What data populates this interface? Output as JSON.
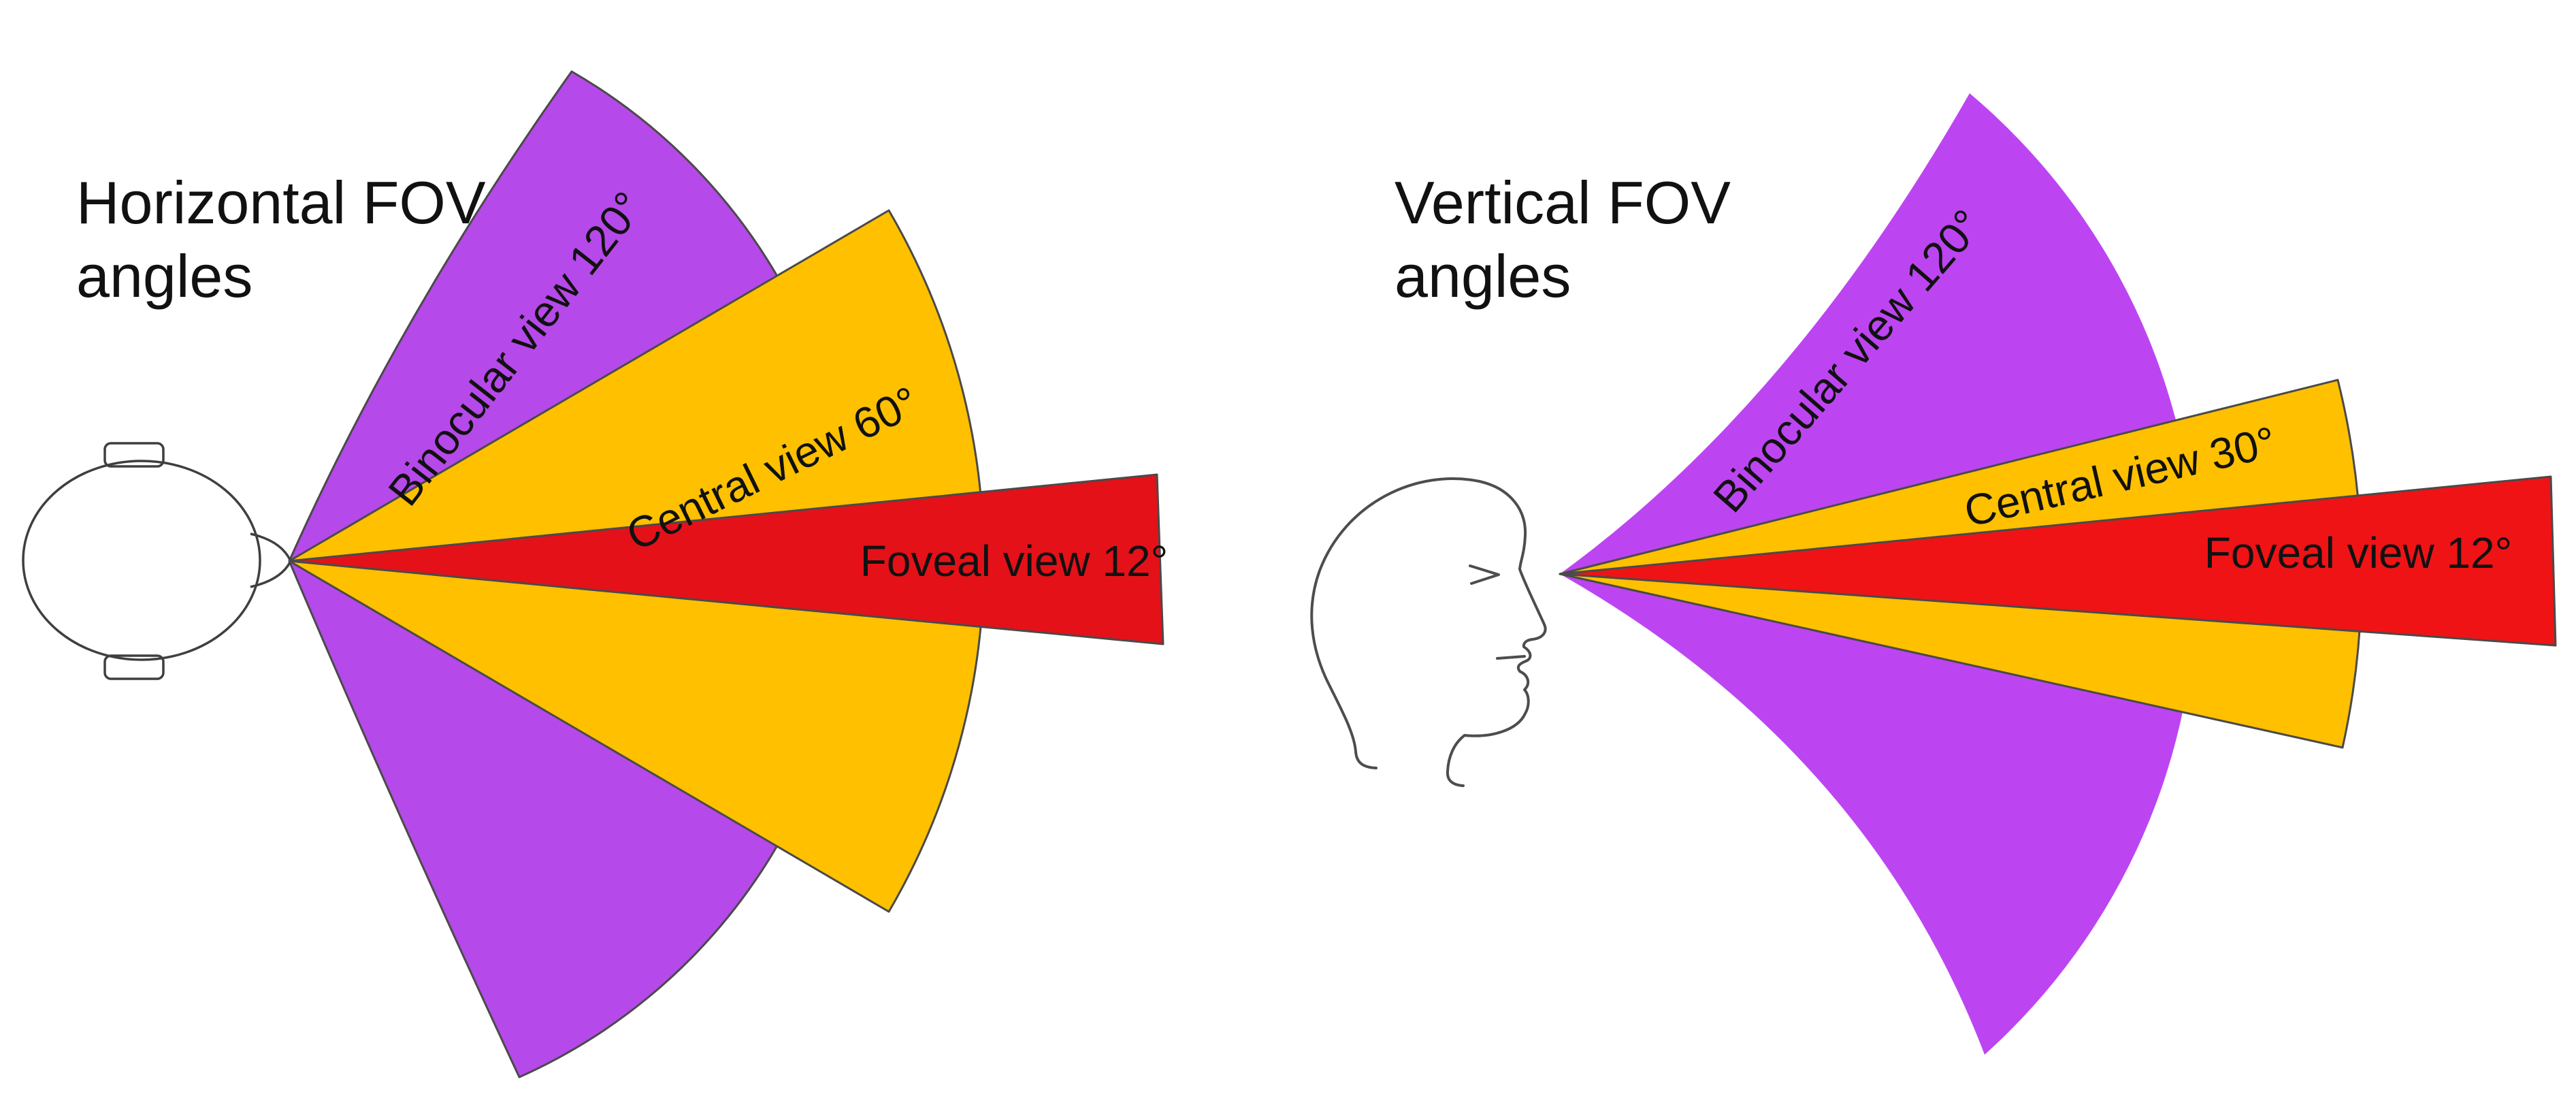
{
  "colors": {
    "background": "#FFFFFF",
    "binocular_purple_left": "#B649E9",
    "binocular_purple_right": "#BC45F1",
    "central_orange": "#FFC000",
    "foveal_red_left": "#E41119",
    "foveal_red_right": "#EF1315",
    "wedge_outline": "#4A4A4A",
    "text": "#111111"
  },
  "left_diagram": {
    "title_line1": "Horizontal FOV",
    "title_line2": "angles",
    "labels": {
      "binocular": "Binocular view 120°",
      "central": "Central view 60°",
      "foveal": "Foveal view 12°"
    },
    "angles_deg": {
      "binocular": 120,
      "central": 60,
      "foveal": 12
    }
  },
  "right_diagram": {
    "title_line1": "Vertical FOV",
    "title_line2": "angles",
    "labels": {
      "binocular": "Binocular view 120°",
      "central": "Central view 30°",
      "foveal": "Foveal view 12°"
    },
    "angles_deg": {
      "binocular": 120,
      "central": 30,
      "foveal": 12
    }
  }
}
